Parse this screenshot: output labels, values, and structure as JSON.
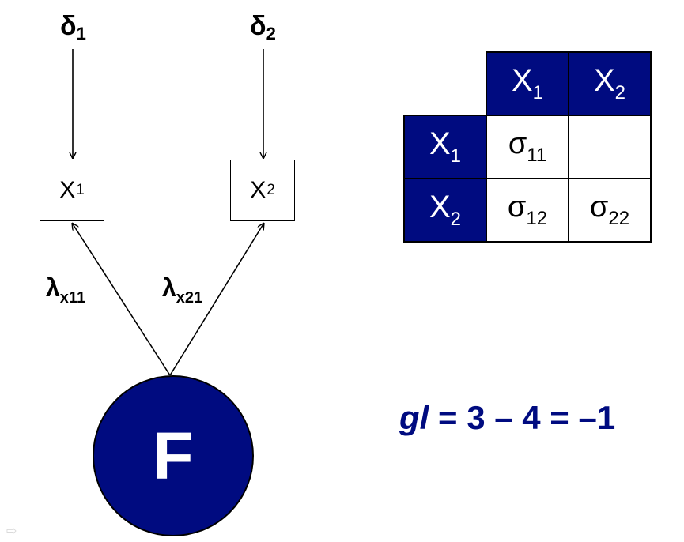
{
  "errors": [
    {
      "symbol": "δ",
      "index": "1"
    },
    {
      "symbol": "δ",
      "index": "2"
    }
  ],
  "indicators": [
    {
      "symbol": "X",
      "index": "1"
    },
    {
      "symbol": "X",
      "index": "2"
    }
  ],
  "loadings": [
    {
      "symbol": "λ",
      "index": "x11"
    },
    {
      "symbol": "λ",
      "index": "x21"
    }
  ],
  "factor": {
    "label": "F"
  },
  "covariance_table": {
    "col_headers": [
      {
        "symbol": "X",
        "index": "1"
      },
      {
        "symbol": "X",
        "index": "2"
      }
    ],
    "row_headers": [
      {
        "symbol": "X",
        "index": "1"
      },
      {
        "symbol": "X",
        "index": "2"
      }
    ],
    "cells": [
      [
        {
          "symbol": "σ",
          "index": "11"
        },
        {
          "symbol": "",
          "index": ""
        }
      ],
      [
        {
          "symbol": "σ",
          "index": "12"
        },
        {
          "symbol": "σ",
          "index": "22"
        }
      ]
    ]
  },
  "formula": {
    "var": "gl",
    "expression": " = 3 – 4 = –1"
  },
  "colors": {
    "accent": "#000b80",
    "line": "#000000"
  },
  "icons": {
    "corner": "arrow-right-icon"
  }
}
